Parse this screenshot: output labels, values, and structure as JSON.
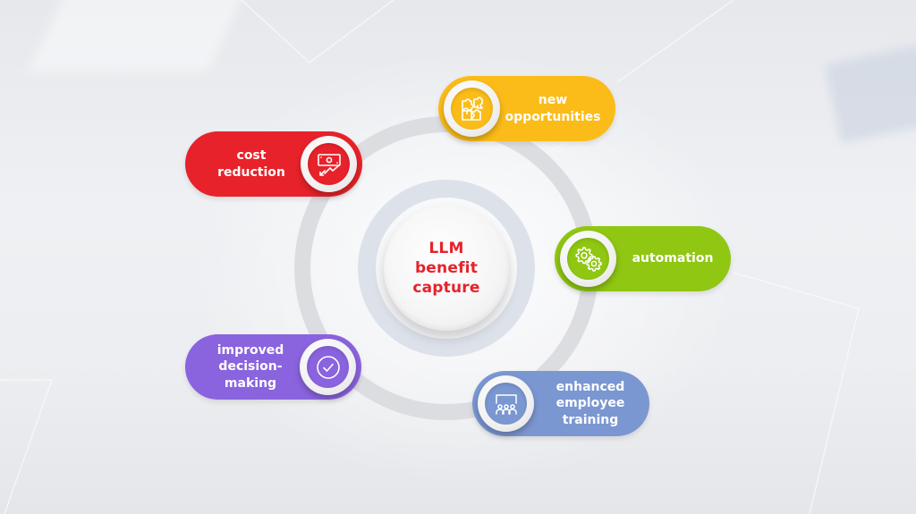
{
  "diagram": {
    "center": {
      "lines": [
        "LLM",
        "benefit",
        "capture"
      ],
      "text_color": "#e5232b"
    },
    "benefits": [
      {
        "id": "cost-reduction",
        "lines": [
          "cost",
          "reduction"
        ],
        "icon": "money-down-trend-icon",
        "color": "#e8222a",
        "icon_side": "right"
      },
      {
        "id": "new-opportunities",
        "lines": [
          "new",
          "opportunities"
        ],
        "icon": "puzzle-pieces-icon",
        "color": "#fbbc19",
        "icon_side": "left"
      },
      {
        "id": "automation",
        "lines": [
          "automation"
        ],
        "icon": "gears-icon",
        "color": "#8fc712",
        "icon_side": "left"
      },
      {
        "id": "improved-decision-making",
        "lines": [
          "improved",
          "decision-",
          "making"
        ],
        "icon": "check-circle-icon",
        "color": "#8a63de",
        "icon_side": "right"
      },
      {
        "id": "enhanced-employee-training",
        "lines": [
          "enhanced",
          "employee",
          "training"
        ],
        "icon": "classroom-icon",
        "color": "#7b97d1",
        "icon_side": "left"
      }
    ]
  }
}
